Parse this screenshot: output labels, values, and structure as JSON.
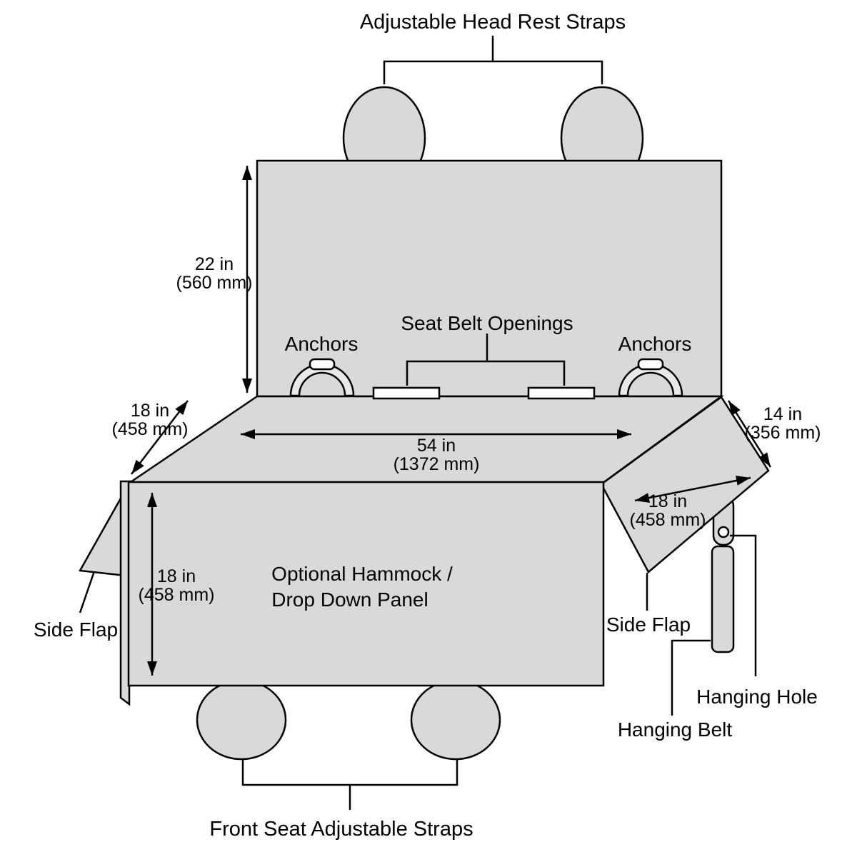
{
  "title": "Adjustable Head Rest Straps",
  "labels": {
    "seat_belt_openings": "Seat Belt Openings",
    "anchors_left": "Anchors",
    "anchors_right": "Anchors",
    "hammock_line1": "Optional Hammock /",
    "hammock_line2": "Drop Down Panel",
    "side_flap_left": "Side Flap",
    "side_flap_right": "Side Flap",
    "hanging_hole": "Hanging Hole",
    "hanging_belt": "Hanging Belt",
    "front_seat_straps": "Front Seat Adjustable Straps"
  },
  "dimensions": {
    "back_height": {
      "value": "22 in",
      "metric": "(560 mm)"
    },
    "seat_depth": {
      "value": "18 in",
      "metric": "(458 mm)"
    },
    "width": {
      "value": "54 in",
      "metric": "(1372 mm)"
    },
    "right_flap_drop": {
      "value": "14 in",
      "metric": "(356 mm)"
    },
    "right_flap_width": {
      "value": "18 in",
      "metric": "(458 mm)"
    },
    "front_panel_drop": {
      "value": "18 in",
      "metric": "(458 mm)"
    }
  },
  "colors": {
    "panel_fill": "#d9d9d9",
    "outline": "#000000",
    "background": "#ffffff",
    "opening_fill": "#ffffff"
  }
}
